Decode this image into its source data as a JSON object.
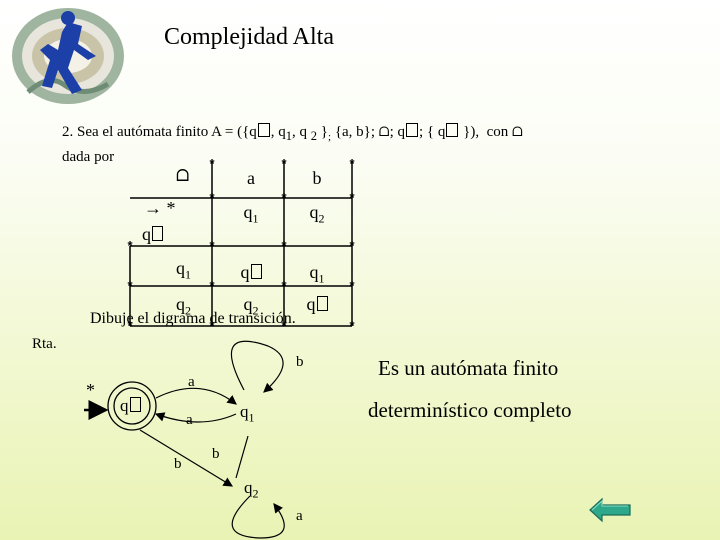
{
  "title": "Complejidad Alta",
  "statement": {
    "line1_prefix": "2. Sea el autómata finito A = ({q",
    "q1": "q",
    "q1_sub": "1",
    "q2": "q",
    "q2_sub": "2",
    "alphabet": "{a, b}",
    "con": "con",
    "line2": "dada por",
    "missing_glyph": "\u0000"
  },
  "table": {
    "header": [
      "a",
      "b"
    ],
    "rows": [
      {
        "label": "q\u0000",
        "mark": "*",
        "arrow": "→",
        "a": "q",
        "a_sub": "1",
        "b": "q",
        "b_sub": "2"
      },
      {
        "label": "q",
        "label_sub": "1",
        "a": "q\u0000",
        "b": "q",
        "b_sub": "1"
      },
      {
        "label": "q",
        "label_sub": "2",
        "a": "q",
        "a_sub": "2",
        "b": "q\u0000"
      }
    ]
  },
  "caption": "Dibuje el digrama de transición.",
  "rta": "Rta.",
  "diagram": {
    "start_mark": "*",
    "states": [
      {
        "label": "q\u0000"
      },
      {
        "label": "q",
        "sub": "1"
      },
      {
        "label": "q",
        "sub": "2"
      }
    ],
    "edge_labels": [
      "a",
      "a",
      "b",
      "b",
      "b",
      "a"
    ]
  },
  "conclusion": {
    "line1": "Es un autómata finito",
    "line2": "determinístico completo"
  },
  "colors": {
    "background_bottom": "#e9f3b4",
    "back_button": "#2ea88a"
  },
  "icons": {
    "logo": "runner-clipart-icon",
    "delta": "delta-glyph-icon",
    "back": "back-arrow-icon"
  }
}
